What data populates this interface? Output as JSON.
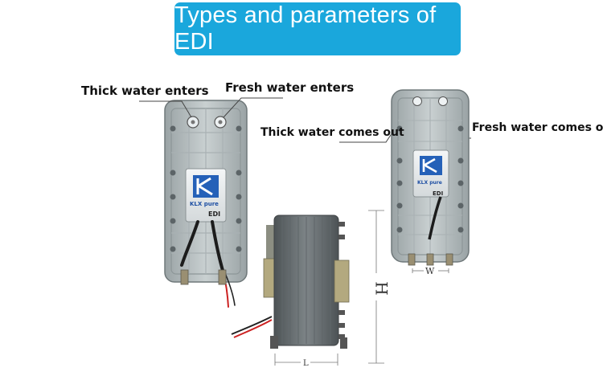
{
  "banner": {
    "title": "Types and parameters of EDI",
    "color": "#1aa7dc"
  },
  "labels": {
    "thick_in": "Thick water enters",
    "fresh_in": "Fresh water enters",
    "thick_out": "Thick water comes out",
    "fresh_out": "Fresh water comes out"
  },
  "dimensions": {
    "height": "H",
    "width": "W",
    "length": "L"
  },
  "modules": [
    {
      "brand": "KLX pure",
      "model": "EDI"
    },
    {
      "brand": "KLX pure",
      "model": "EDI"
    }
  ],
  "icons": [
    "klx-logo-icon",
    "water-port-icon",
    "cable-icon"
  ]
}
